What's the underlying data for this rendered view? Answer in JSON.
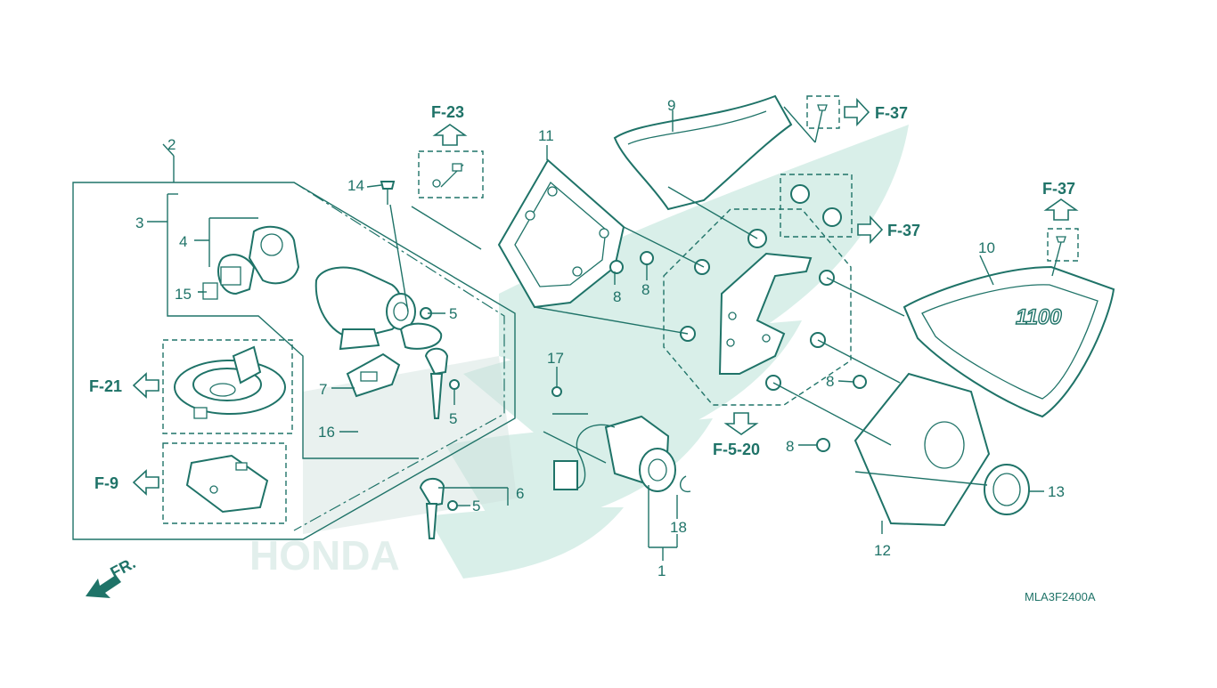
{
  "diagram": {
    "drawing_code": "MLA3F2400A",
    "front_label": "FR.",
    "model_badge": "1100",
    "watermark_text": "HONDA",
    "colors": {
      "ink": "#1f7368",
      "watermark": "#d9efe9",
      "background": "#ffffff"
    },
    "callouts": {
      "c1": "1",
      "c2": "2",
      "c3": "3",
      "c4": "4",
      "c5a": "5",
      "c5b": "5",
      "c5c": "5",
      "c6": "6",
      "c7": "7",
      "c8a": "8",
      "c8b": "8",
      "c8c": "8",
      "c8d": "8",
      "c9": "9",
      "c10": "10",
      "c11": "11",
      "c12": "12",
      "c13": "13",
      "c14": "14",
      "c15": "15",
      "c16": "16",
      "c17": "17",
      "c18": "18"
    },
    "references": {
      "f23": "F-23",
      "f37_top": "F-37",
      "f37_mid": "F-37",
      "f37_right": "F-37",
      "f21": "F-21",
      "f9": "F-9",
      "f520": "F-5-20"
    }
  }
}
